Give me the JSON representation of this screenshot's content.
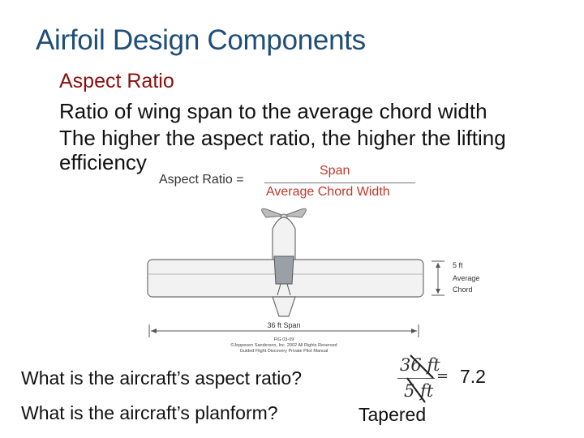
{
  "slide": {
    "title": "Airfoil Design Components",
    "subheading": "Aspect Ratio",
    "body_lines": [
      "Ratio of wing span to the average chord width",
      "The higher the aspect ratio, the higher the lifting efficiency"
    ]
  },
  "formula": {
    "label": "Aspect Ratio =",
    "numerator": "Span",
    "denominator": "Average Chord Width"
  },
  "diagram": {
    "chord_value": "5 ft",
    "chord_label_line1": "Average",
    "chord_label_line2": "Chord",
    "span_label": "36 ft Span",
    "fig_code": "FIG 03-09",
    "copyright_line1": "©Jeppesen Sanderson, Inc. 2002 All Rights Reserved",
    "copyright_line2": "Guided Flight Discovery Private Pilot Manual",
    "colors": {
      "airframe_fill": "#f2f2f2",
      "airframe_stroke": "#6d6d6d",
      "canopy": "#9aa0a6",
      "dimension_line": "#555555"
    }
  },
  "questions": [
    {
      "text": "What is the aircraft’s aspect ratio?",
      "answer": "7.2"
    },
    {
      "text": "What is the aircraft’s planform?",
      "answer": "Tapered"
    }
  ],
  "calculation": {
    "numerator": "36 ft",
    "denominator": "5 ft",
    "equals": "="
  }
}
